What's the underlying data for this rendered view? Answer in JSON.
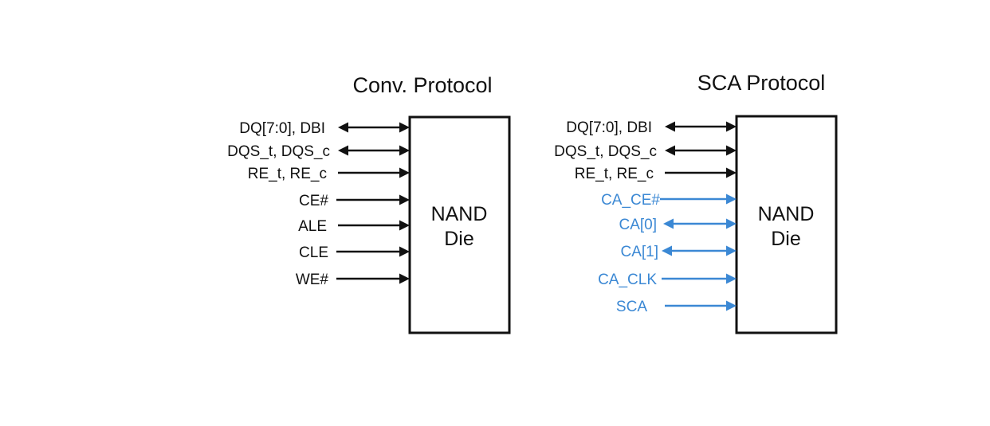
{
  "colors": {
    "black": "#111111",
    "blue": "#3b88d4"
  },
  "diagrams": [
    {
      "title": "Conv. Protocol",
      "die_label": [
        "NAND",
        "Die"
      ],
      "signals": [
        {
          "label": "DQ[7:0], DBI",
          "direction": "bidirectional",
          "color": "black"
        },
        {
          "label": "DQS_t, DQS_c",
          "direction": "bidirectional",
          "color": "black"
        },
        {
          "label": "RE_t, RE_c",
          "direction": "input",
          "color": "black"
        },
        {
          "label": "CE#",
          "direction": "input",
          "color": "black"
        },
        {
          "label": "ALE",
          "direction": "input",
          "color": "black"
        },
        {
          "label": "CLE",
          "direction": "input",
          "color": "black"
        },
        {
          "label": "WE#",
          "direction": "input",
          "color": "black"
        }
      ]
    },
    {
      "title": "SCA Protocol",
      "die_label": [
        "NAND",
        "Die"
      ],
      "signals": [
        {
          "label": "DQ[7:0], DBI",
          "direction": "bidirectional",
          "color": "black"
        },
        {
          "label": "DQS_t, DQS_c",
          "direction": "bidirectional",
          "color": "black"
        },
        {
          "label": "RE_t, RE_c",
          "direction": "input",
          "color": "black"
        },
        {
          "label": "CA_CE#",
          "direction": "input",
          "color": "blue"
        },
        {
          "label": "CA[0]",
          "direction": "bidirectional",
          "color": "blue"
        },
        {
          "label": "CA[1]",
          "direction": "bidirectional",
          "color": "blue"
        },
        {
          "label": "CA_CLK",
          "direction": "input",
          "color": "blue"
        },
        {
          "label": "SCA",
          "direction": "input",
          "color": "blue"
        }
      ]
    }
  ]
}
